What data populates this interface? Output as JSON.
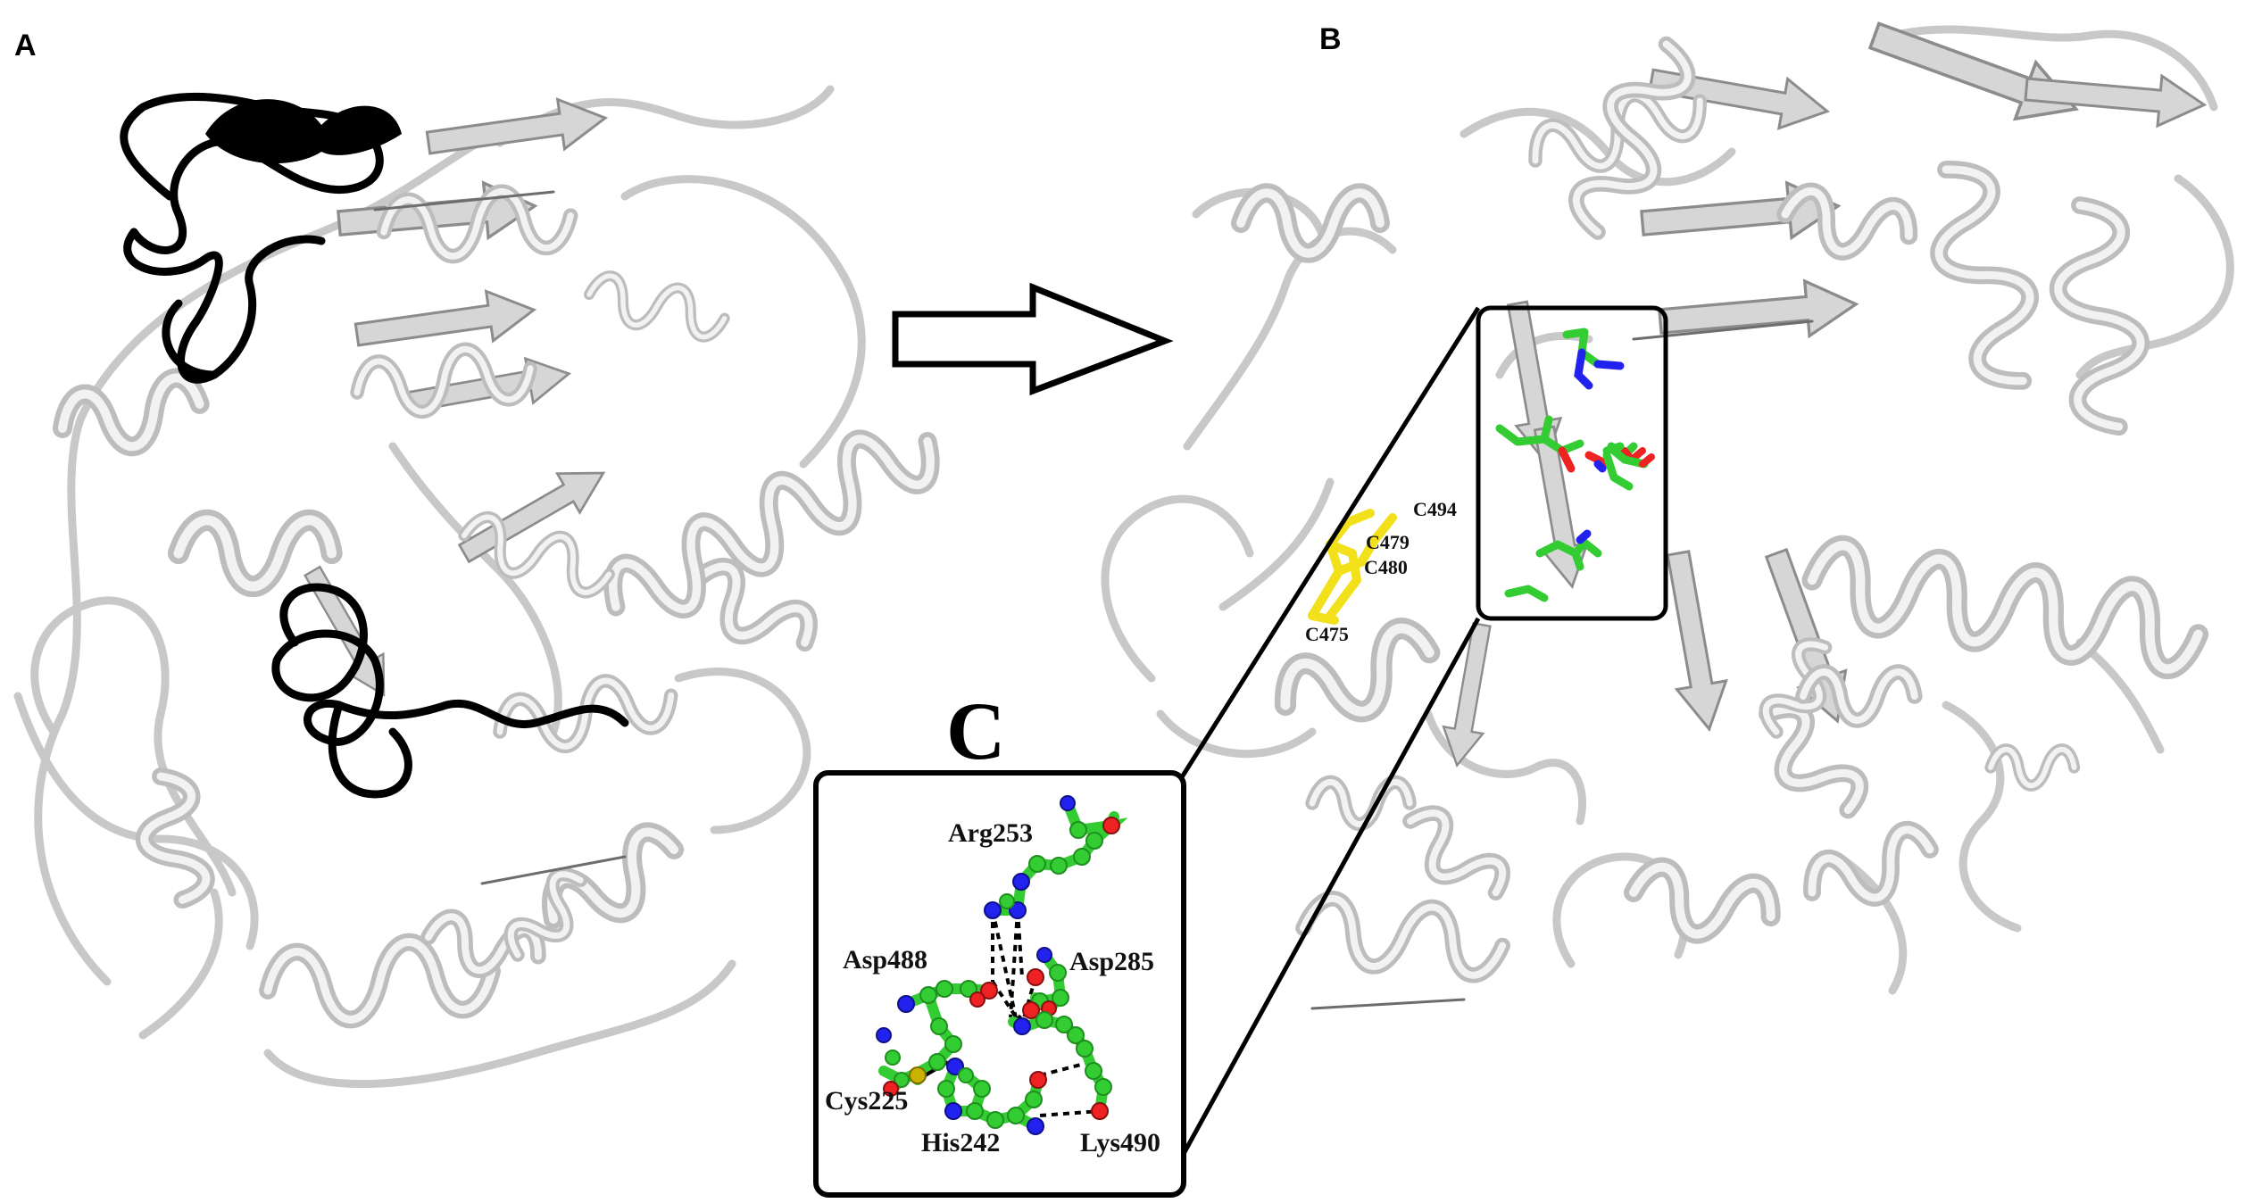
{
  "panels": {
    "a": "A",
    "b": "B",
    "c": "C"
  },
  "cysteines": [
    "C494",
    "C479",
    "C480",
    "C475"
  ],
  "residues": {
    "arg253": "Arg253",
    "asp488": "Asp488",
    "asp285": "Asp285",
    "cys225": "Cys225",
    "his242": "His242",
    "lys490": "Lys490"
  },
  "colors": {
    "carbon": "#33cc33",
    "nitrogen": "#2222ee",
    "oxygen": "#ee2222",
    "sulfur": "#c8b400",
    "highlight_cys": "#f2e01a",
    "protein": "#d9d9d9",
    "removed_region": "#000000"
  }
}
